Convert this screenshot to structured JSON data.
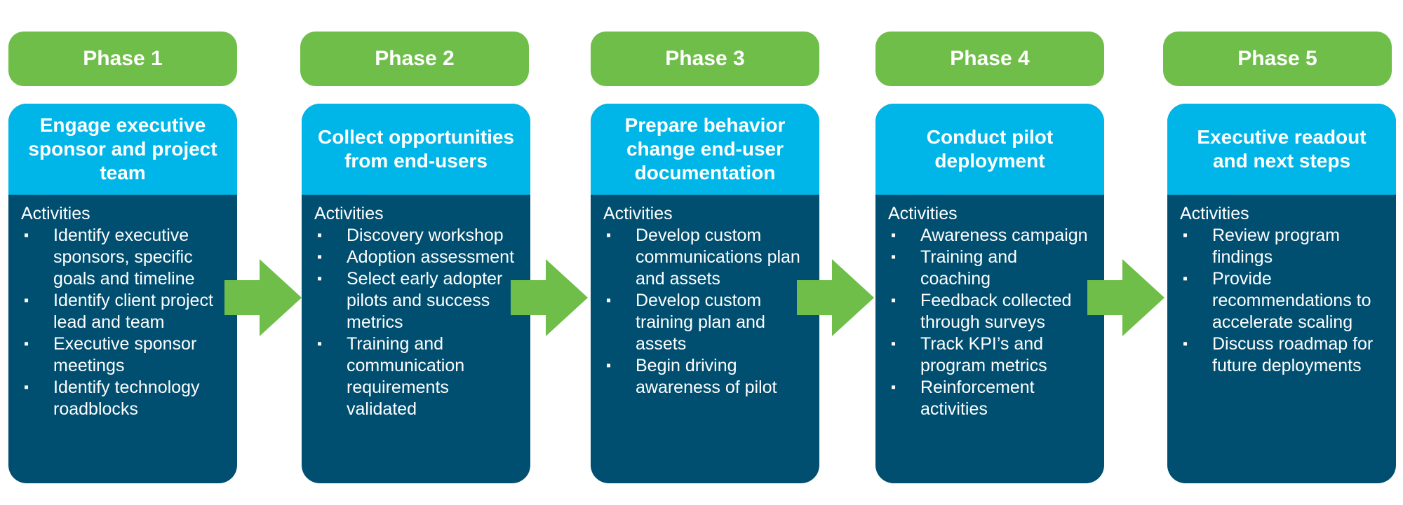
{
  "colors": {
    "pill": "#6fbe4a",
    "card_head": "#00b6e8",
    "card_body": "#004f71",
    "arrow": "#6fbe4a"
  },
  "phases": [
    {
      "label": "Phase 1",
      "title": "Engage executive sponsor and project team",
      "activities_label": "Activities",
      "activities": [
        "Identify executive sponsors, specific goals and timeline",
        "Identify client project lead and team",
        "Executive sponsor meetings",
        "Identify technology roadblocks"
      ]
    },
    {
      "label": "Phase 2",
      "title": "Collect opportunities from end-users",
      "activities_label": "Activities",
      "activities": [
        "Discovery workshop",
        "Adoption assessment",
        "Select early adopter pilots and success metrics",
        "Training and communication requirements validated"
      ]
    },
    {
      "label": "Phase 3",
      "title": "Prepare behavior change end-user documentation",
      "activities_label": "Activities",
      "activities": [
        "Develop custom communications plan and assets",
        "Develop custom training plan and assets",
        "Begin driving awareness of pilot"
      ]
    },
    {
      "label": "Phase 4",
      "title": "Conduct pilot deployment",
      "activities_label": "Activities",
      "activities": [
        "Awareness campaign",
        "Training and coaching",
        "Feedback collected through surveys",
        "Track KPI’s and program metrics",
        "Reinforcement activities"
      ]
    },
    {
      "label": "Phase 5",
      "title": "Executive readout and next steps",
      "activities_label": "Activities",
      "activities": [
        "Review program findings",
        "Provide recommendations to accelerate scaling",
        "Discuss roadmap for future deployments"
      ]
    }
  ]
}
